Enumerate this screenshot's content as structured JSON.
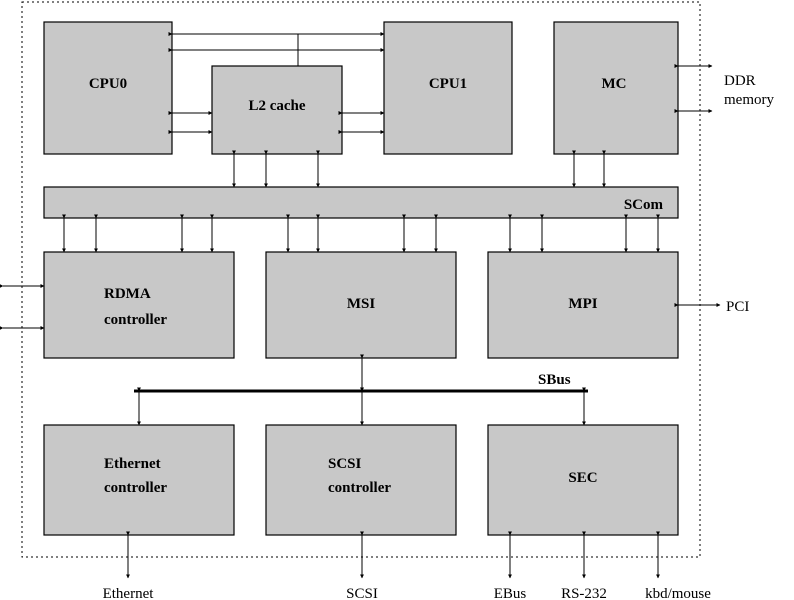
{
  "blocks": {
    "cpu0": "CPU0",
    "l2cache": "L2 cache",
    "cpu1": "CPU1",
    "mc": "MC",
    "scom": "SCom",
    "rdma_line1": "RDMA",
    "rdma_line2": "controller",
    "msi": "MSI",
    "mpi": "MPI",
    "sbus": "SBus",
    "ethernet_line1": "Ethernet",
    "ethernet_line2": "controller",
    "scsi_line1": "SCSI",
    "scsi_line2": "controller",
    "sec": "SEC"
  },
  "external": {
    "ddr_line1": "DDR",
    "ddr_line2": "memory",
    "pci": "PCI",
    "ethernet": "Ethernet",
    "scsi": "SCSI",
    "ebus": "EBus",
    "rs232": "RS-232",
    "kbd": "kbd/mouse"
  }
}
